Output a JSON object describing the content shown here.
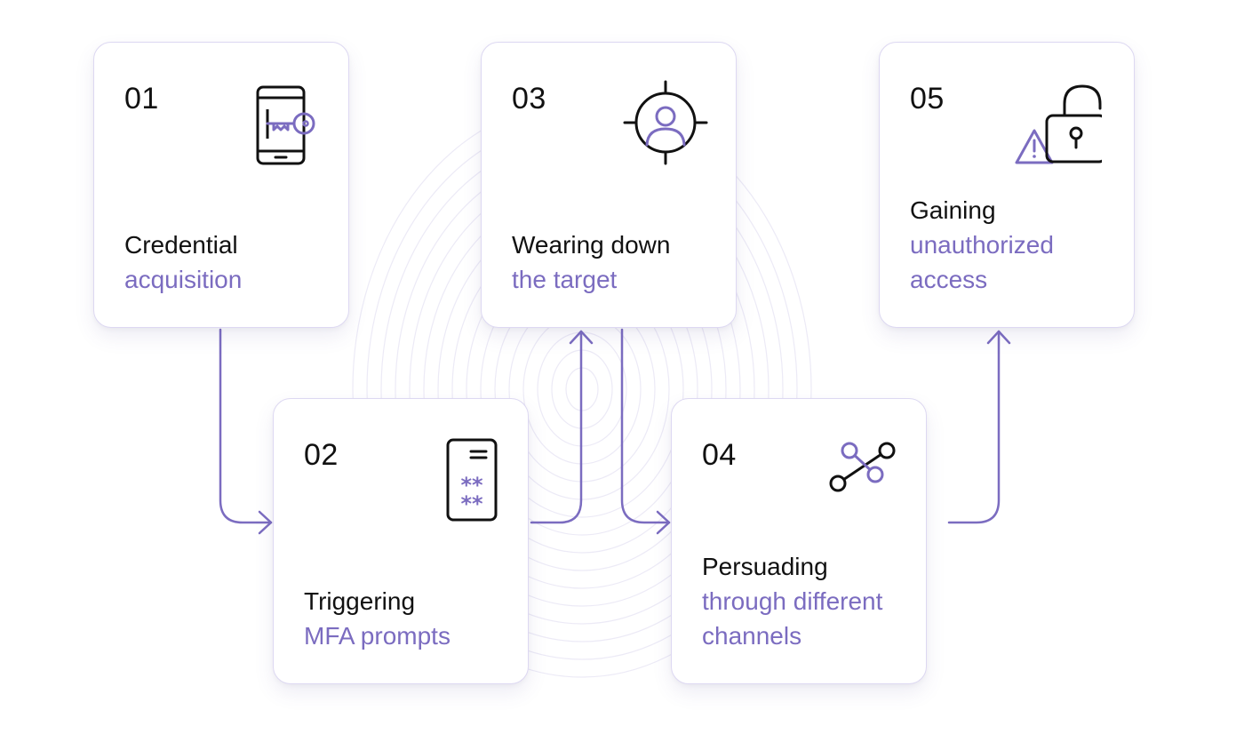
{
  "colors": {
    "accent": "#7b6cc0",
    "text": "#111111",
    "card_border": "#ddd8f2",
    "line": "#7b6cc0"
  },
  "steps": [
    {
      "number": "01",
      "title_dark": "Credential",
      "title_accent": "acquisition",
      "icon": "smartphone-key-icon"
    },
    {
      "number": "02",
      "title_dark": "Triggering",
      "title_accent": "MFA prompts",
      "icon": "password-card-icon"
    },
    {
      "number": "03",
      "title_dark": "Wearing down",
      "title_accent": "the target",
      "icon": "target-user-icon"
    },
    {
      "number": "04",
      "title_dark": "Persuading",
      "title_accent": "through different channels",
      "icon": "network-nodes-icon"
    },
    {
      "number": "05",
      "title_dark": "Gaining",
      "title_accent": "unauthorized access",
      "icon": "warning-unlock-icon"
    }
  ]
}
